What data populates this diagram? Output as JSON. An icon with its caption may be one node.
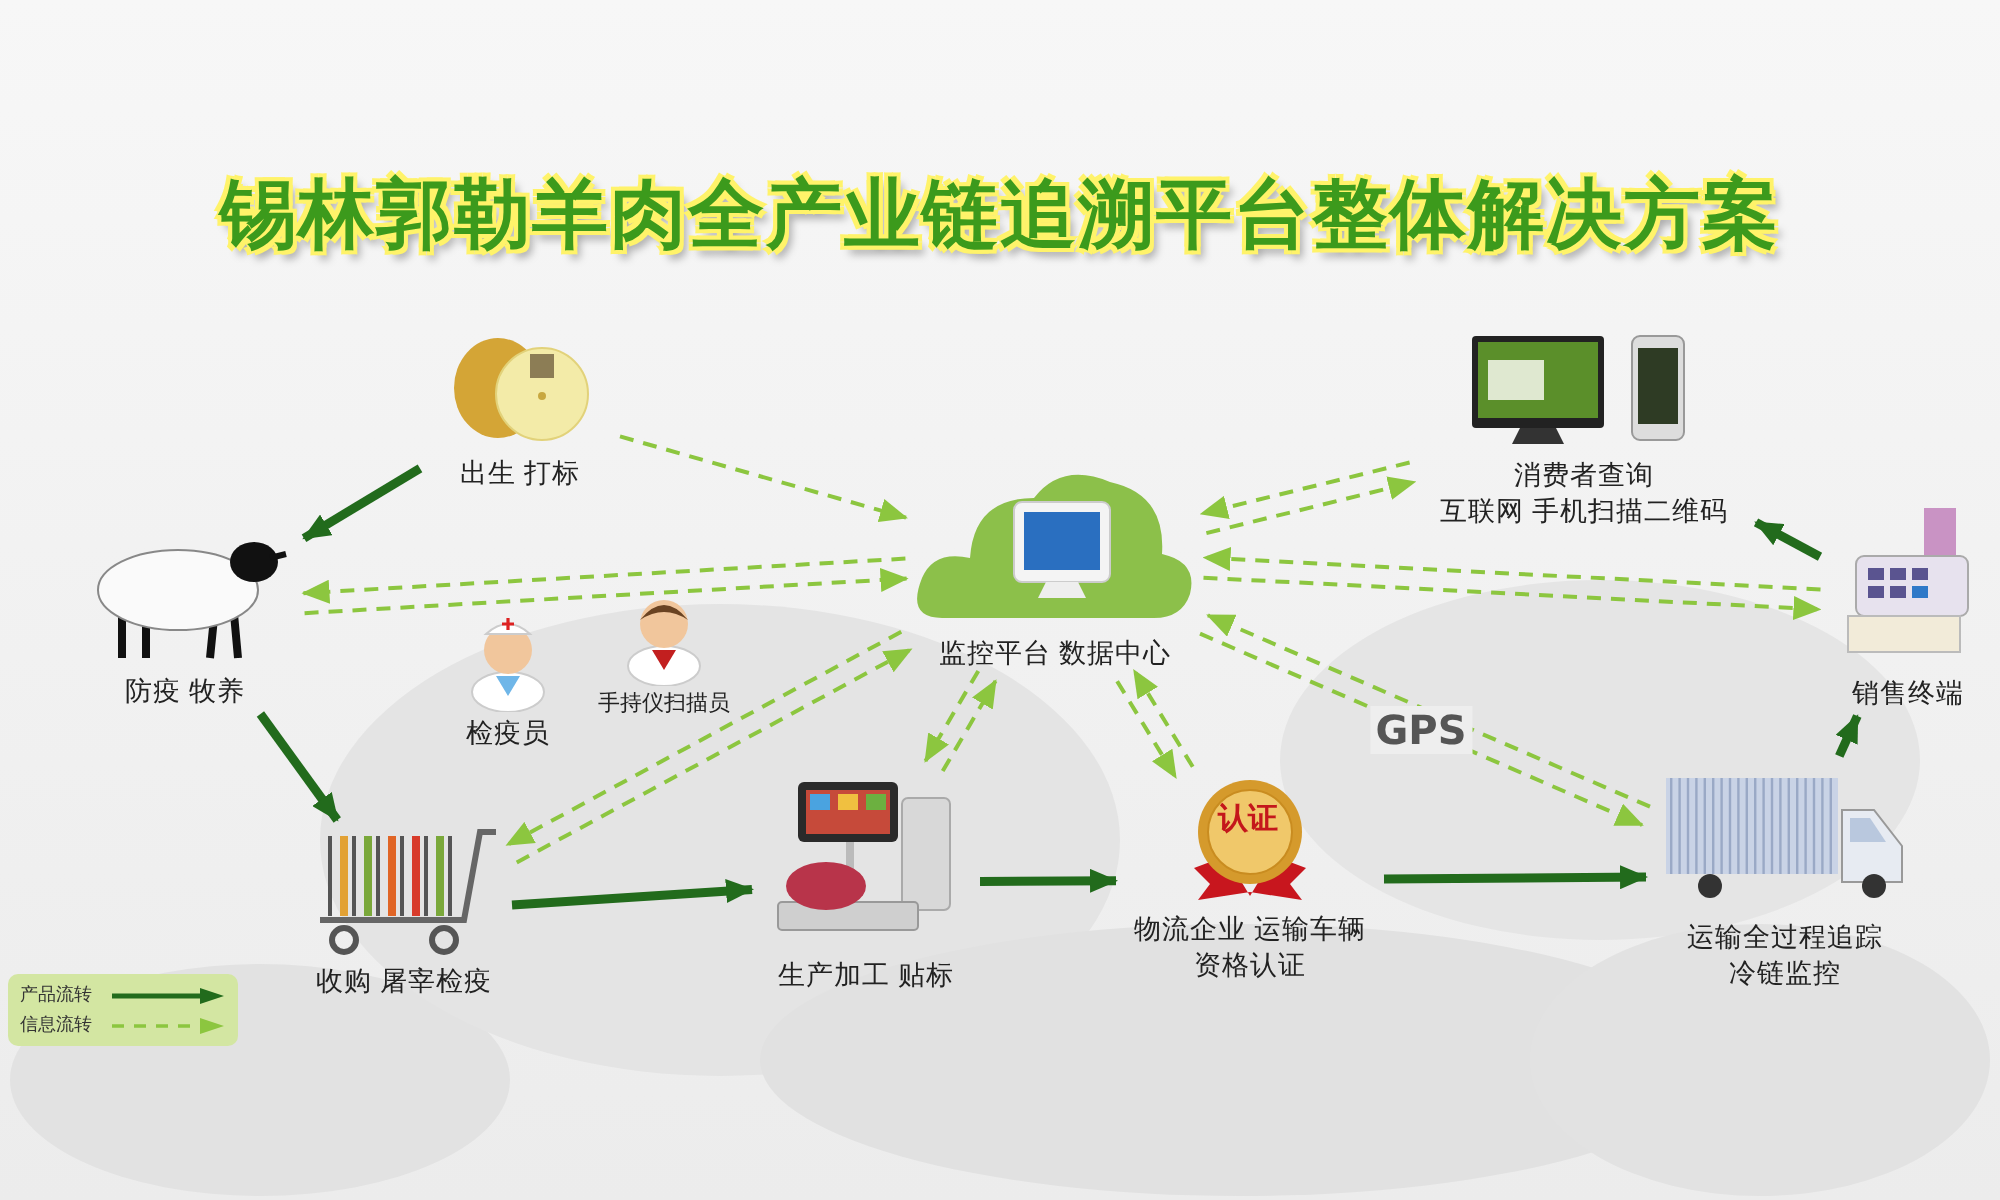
{
  "diagram": {
    "title": "锡林郭勒羊肉全产业链追溯平台整体解决方案",
    "nodes": [
      {
        "text": [
          "出生 打标"
        ]
      },
      {
        "text": [
          "防疫 牧养"
        ]
      },
      {
        "text": [
          "检疫员"
        ]
      },
      {
        "text": [
          "手持仪扫描员"
        ]
      },
      {
        "text": [
          "收购 屠宰检疫"
        ]
      },
      {
        "text": [
          "生产加工 贴标"
        ]
      },
      {
        "text": [
          "监控平台 数据中心"
        ]
      },
      {
        "text": [
          "物流企业 运输车辆",
          "资格认证"
        ]
      },
      {
        "text": [
          "运输全过程追踪",
          "冷链监控"
        ]
      },
      {
        "text": [
          "销售终端"
        ]
      },
      {
        "text": [
          "消费者查询",
          "互联网 手机扫描二维码"
        ]
      }
    ],
    "edges": [
      {
        "from": 0,
        "to": 1,
        "arrow": "to",
        "style": "thick",
        "color": "#226b1c"
      },
      {
        "from": 1,
        "to": 4,
        "arrow": "to",
        "style": "thick",
        "color": "#226b1c"
      },
      {
        "from": 4,
        "to": 5,
        "arrow": "to",
        "style": "thick",
        "color": "#226b1c"
      },
      {
        "from": 5,
        "to": 7,
        "arrow": "to",
        "style": "thick",
        "color": "#226b1c"
      },
      {
        "from": 7,
        "to": 8,
        "arrow": "to",
        "style": "thick",
        "color": "#226b1c"
      },
      {
        "from": 8,
        "to": 9,
        "arrow": "to",
        "style": "thick",
        "color": "#226b1c"
      },
      {
        "from": 9,
        "to": 10,
        "arrow": "to",
        "style": "thick",
        "color": "#226b1c"
      },
      {
        "from": 0,
        "to": 6,
        "arrow": "to",
        "style": "dashed"
      },
      {
        "from": 6,
        "to": 1,
        "arrow": "to",
        "style": "dashed"
      },
      {
        "from": 1,
        "to": 6,
        "arrow": "to",
        "style": "dashed"
      },
      {
        "from": 6,
        "to": 4,
        "arrow": "to",
        "style": "dashed"
      },
      {
        "from": 4,
        "to": 6,
        "arrow": "to",
        "style": "dashed"
      },
      {
        "from": 6,
        "to": 5,
        "arrow": "to",
        "style": "dashed"
      },
      {
        "from": 5,
        "to": 6,
        "arrow": "to",
        "style": "dashed"
      },
      {
        "from": 6,
        "to": 10,
        "arrow": "to",
        "style": "dashed"
      },
      {
        "from": 10,
        "to": 6,
        "arrow": "to",
        "style": "dashed"
      },
      {
        "from": 6,
        "to": 9,
        "arrow": "to",
        "style": "dashed"
      },
      {
        "from": 9,
        "to": 6,
        "arrow": "to",
        "style": "dashed"
      },
      {
        "from": 6,
        "to": 7,
        "arrow": "to",
        "style": "dashed"
      },
      {
        "from": 7,
        "to": 6,
        "arrow": "to",
        "style": "dashed"
      },
      {
        "from": 6,
        "to": 8,
        "arrow": "to",
        "style": "dashed",
        "label": "GPS"
      },
      {
        "from": 8,
        "to": 6,
        "arrow": "to",
        "style": "dashed"
      }
    ],
    "labels": [
      "认证"
    ],
    "legend": [
      {
        "text": "产品流转"
      },
      {
        "text": "信息流转"
      }
    ]
  }
}
